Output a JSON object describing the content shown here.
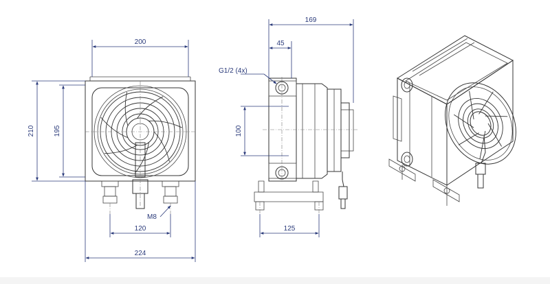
{
  "dimensions": {
    "front_width": "200",
    "front_height_outer": "210",
    "front_height_inner": "195",
    "front_mount_spacing": "120",
    "front_overall_width": "224",
    "thread_mount": "M8",
    "side_total": "169",
    "side_offset": "45",
    "side_port_spacing": "100",
    "side_mount_spacing": "125",
    "port_thread": "G1/2 (4x)"
  },
  "colors": {
    "line": "#333333",
    "dimension": "#2a3a7a"
  }
}
